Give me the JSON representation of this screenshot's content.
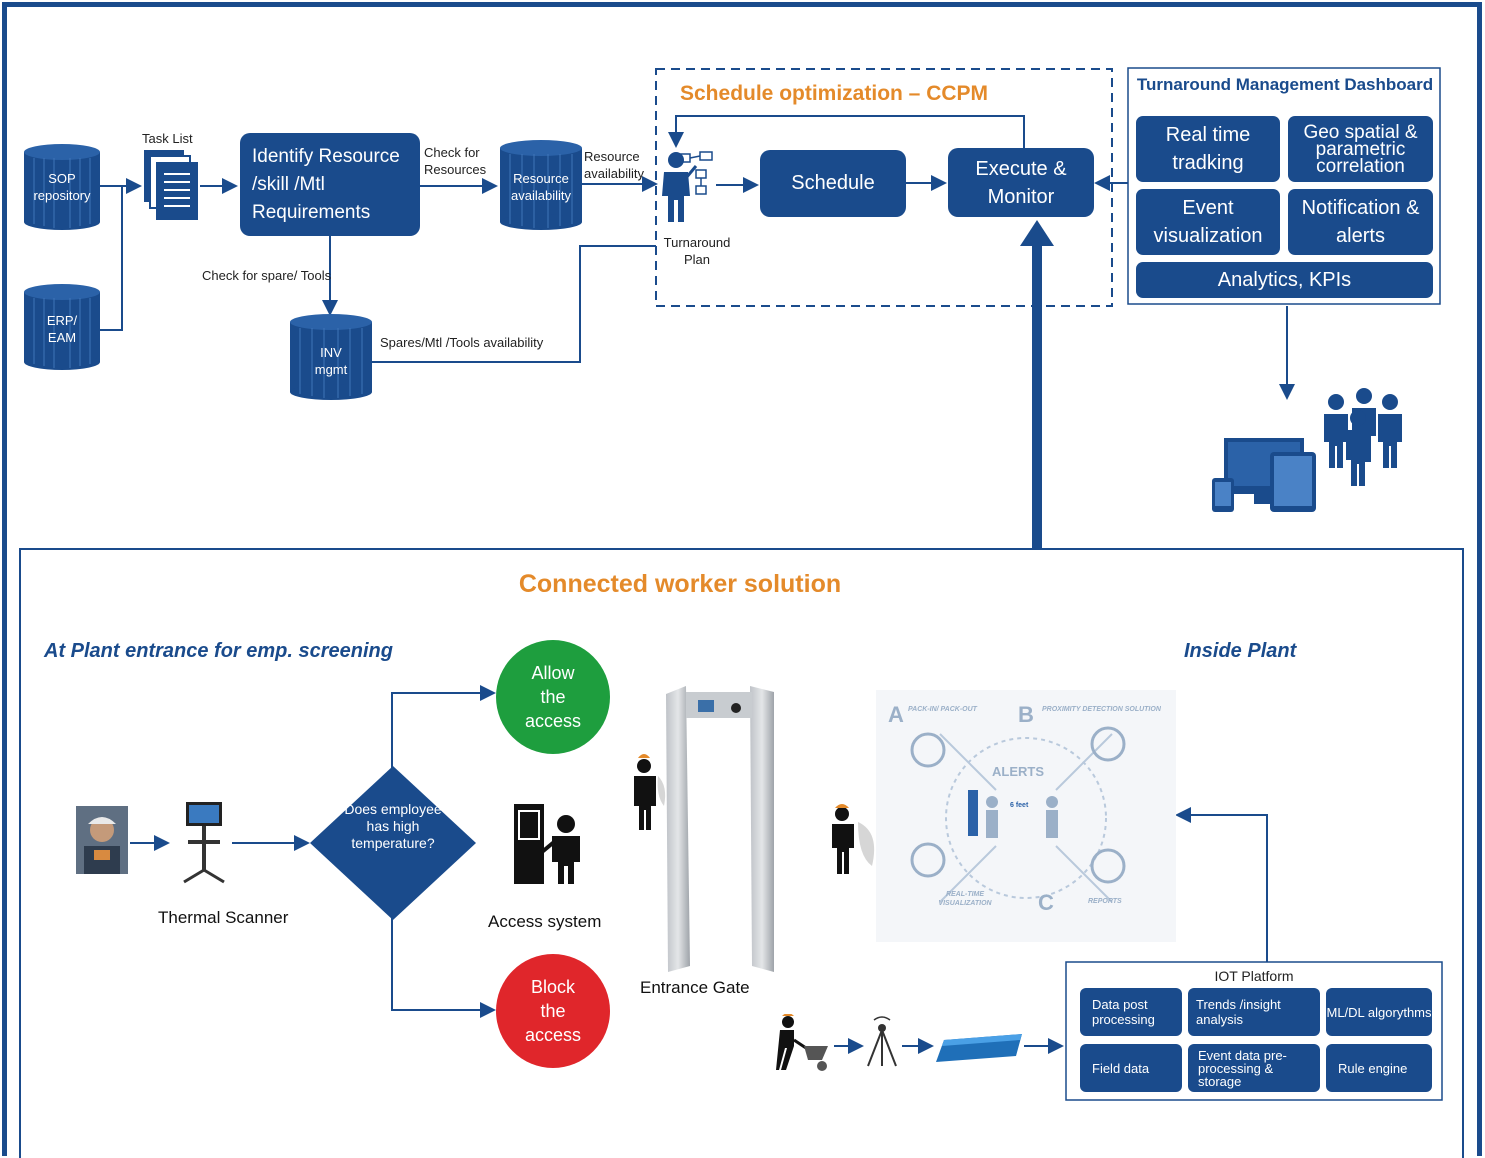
{
  "top": {
    "sop": "SOP repository",
    "erp": "ERP/ EAM",
    "task_list": "Task List",
    "identify": "Identify Resource /skill /Mtl Requirements",
    "check_resources": "Check for Resources",
    "resource_db": "Resource availability",
    "resource_avail": "Resource availability",
    "check_spare": "Check for spare/ Tools",
    "inv": "INV mgmt",
    "spares_avail": "Spares/Mtl /Tools availability",
    "ccpm_title": "Schedule optimization – CCPM",
    "turnaround_plan": "Turnaround Plan",
    "schedule": "Schedule",
    "execute": "Execute & Monitor"
  },
  "dashboard": {
    "title": "Turnaround Management Dashboard",
    "tiles": [
      "Real time tradking",
      "Geo spatial & parametric correlation",
      "Event visualization",
      "Notification & alerts"
    ],
    "analytics": "Analytics, KPIs"
  },
  "bottom": {
    "title": "Connected worker solution",
    "entrance_heading": "At Plant entrance for emp. screening",
    "inside_heading": "Inside Plant",
    "thermal_scanner": "Thermal Scanner",
    "decision": "Does employee has high temperature?",
    "allow": "Allow the access",
    "block": "Block the access",
    "access_system": "Access system",
    "entrance_gate": "Entrance Gate",
    "iot_title": "IOT Platform",
    "iot_tiles": [
      "Data post processing",
      "Trends /insight analysis",
      "ML/DL algorythms",
      "Field data",
      "Event data pre-processing & storage",
      "Rule engine"
    ],
    "alerts_graphic": {
      "a_label": "PACK-IN/ PACK-OUT",
      "b_label": "PROXIMITY DETECTION SOLUTION",
      "center": "ALERTS",
      "distance": "6 feet",
      "c_left": "REAL-TIME VISUALIZATION",
      "c_right": "REPORTS"
    }
  },
  "colors": {
    "primary": "#1a4b8c",
    "accent": "#e48a2a",
    "allow": "#1e9e3e",
    "block": "#e0262b"
  }
}
